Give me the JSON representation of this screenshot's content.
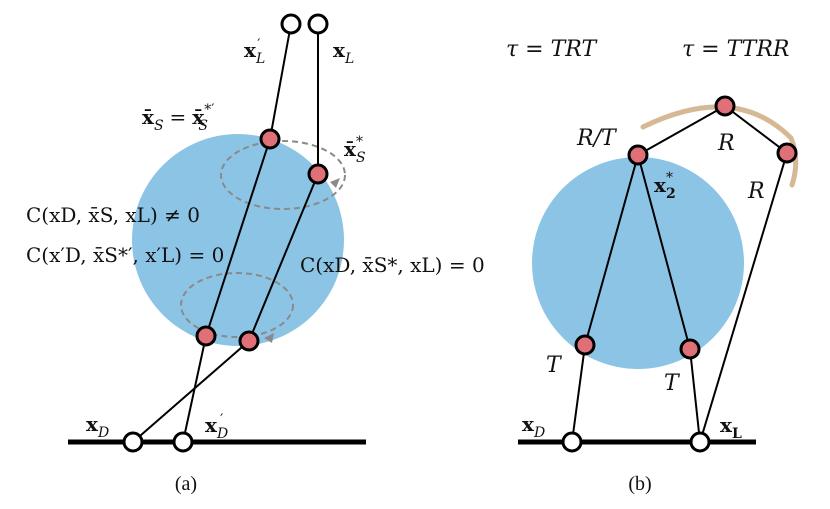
{
  "colors": {
    "sphere": "#8cc4e6",
    "vertex_fill": "#e07078",
    "arc": "#d6b994",
    "line": "#000000",
    "dashed": "#8a8a8a"
  },
  "panel_a": {
    "caption": "(a)",
    "label_xLp_base": "x",
    "label_xLp_sub": "L",
    "label_xLp_prime": "′",
    "label_xL_base": "x",
    "label_xL_sub": "L",
    "eq_top": "x̄S = x̄S*′",
    "eq_top_left_base": "x̄",
    "eq_top_left_sub": "S",
    "eq_top_equals": "=",
    "eq_top_right_base": "x̄",
    "eq_top_right_sup": "*′",
    "eq_top_right_sub": "S",
    "xs_star_base": "x̄",
    "xs_star_sup": "*",
    "xs_star_sub": "S",
    "c_neq": "C(xD, x̄S, xL) ≠ 0",
    "c_zero_prime": "C(x′D, x̄S*′, x′L) = 0",
    "c_zero_star": "C(xD, x̄S*, xL) = 0",
    "label_xD_base": "x",
    "label_xD_sub": "D",
    "label_xDp_base": "x",
    "label_xDp_sub": "D",
    "label_xDp_prime": "′"
  },
  "panel_b": {
    "caption": "(b)",
    "tau_left": "τ = TRT",
    "tau_right": "τ = TTRR",
    "label_RT": "R/T",
    "label_R_top": "R",
    "label_R_right": "R",
    "label_x2_base": "x",
    "label_x2_sub": "2",
    "label_x2_sup": "*",
    "label_T_left": "T",
    "label_T_right": "T",
    "label_xD_base": "x",
    "label_xD_sub": "D",
    "label_xL_base": "x",
    "label_xL_sub": "L"
  }
}
